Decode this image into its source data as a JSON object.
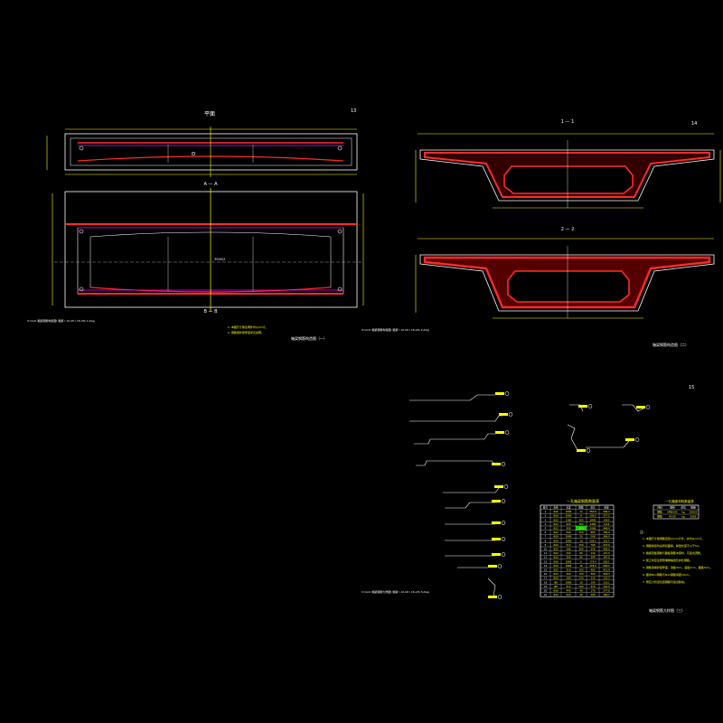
{
  "sheet1": {
    "title": "箱梁钢筋构造图（一）",
    "page_no": "13",
    "plan_label": "平面",
    "section_a_label": "A — A",
    "section_b_label": "B — B",
    "long_dim": "3000/2",
    "note_1": "1. 本图尺寸除注明外均以cm计。",
    "note_2": "2. 钢筋保护层厚度详见说明。",
    "file_ref": "X:\\xxx\\ 箱梁钢筋构造图\\ 箱梁 \\ 12-20 \\ 16-20\\ 1.dwg"
  },
  "sheet2": {
    "title": "箱梁钢筋构造图（二）",
    "page_no": "14",
    "section_1_label": "1 — 1",
    "section_2_label": "2 — 2",
    "file_ref": "X:\\xxx\\ 箱梁钢筋构造图\\ 箱梁 \\ 12-20 \\ 16-20\\ 2.dwg"
  },
  "sheet3": {
    "title": "箱梁钢筋大样图（三）",
    "page_no": "15",
    "file_ref": "X:\\xxx\\ 箱梁钢筋大样图\\ 箱梁 \\ 12-20 \\ 16-20\\ 3.dwg",
    "table_main_title": "一孔箱梁钢筋数量表",
    "table_main_headers": [
      "编号",
      "直径",
      "长度",
      "根数",
      "总长",
      "重量"
    ],
    "table_main_rows": [
      [
        "1",
        "Φ16",
        "2990",
        "12",
        "358.8",
        "566.3"
      ],
      [
        "2",
        "Φ16",
        "2990",
        "8",
        "239.2",
        "377.5"
      ],
      [
        "3",
        "Φ12",
        "1280",
        "300",
        "3840",
        "3410"
      ],
      [
        "4",
        "Φ12",
        "420",
        "300",
        "1260",
        "1119"
      ],
      [
        "5",
        "Φ12",
        "356",
        "300",
        "1068",
        "948.4"
      ],
      [
        "6",
        "Φ12",
        "590",
        "150",
        "885",
        "785.9"
      ],
      [
        "7",
        "Φ10",
        "2990",
        "20",
        "598",
        "369.0"
      ],
      [
        "8",
        "Φ10",
        "2990",
        "18",
        "538.2",
        "332.1"
      ],
      [
        "9",
        "Φ10",
        "512",
        "150",
        "768",
        "473.9"
      ],
      [
        "10",
        "Φ12",
        "186",
        "300",
        "558",
        "495.5"
      ],
      [
        "11",
        "Φ12",
        "240",
        "60",
        "144",
        "127.9"
      ],
      [
        "12",
        "Φ10",
        "380",
        "80",
        "304",
        "187.6"
      ],
      [
        "13",
        "Φ16",
        "2990",
        "6",
        "179.4",
        "283.1"
      ],
      [
        "14",
        "Φ10",
        "2990",
        "16",
        "478.4",
        "295.2"
      ],
      [
        "15",
        "Φ12",
        "310",
        "150",
        "465",
        "412.9"
      ],
      [
        "16",
        "Φ12",
        "260",
        "150",
        "390",
        "346.3"
      ],
      [
        "17",
        "Φ10",
        "180",
        "120",
        "216",
        "133.3"
      ],
      [
        "18",
        "Φ8",
        "2990",
        "10",
        "299",
        "118.1"
      ],
      [
        "19",
        "Φ8",
        "410",
        "100",
        "410",
        "162.0"
      ],
      [
        "20",
        "Φ16",
        "440",
        "40",
        "176",
        "277.8"
      ],
      [
        "21",
        "Φ12",
        "520",
        "40",
        "208",
        "184.7"
      ]
    ],
    "table_small_title": "一孔箱梁材料数量表",
    "table_small_headers": [
      "材料",
      "规格",
      "单位",
      "数量"
    ],
    "table_small_rows": [
      [
        "钢筋",
        "HRB335",
        "kg",
        "10653"
      ],
      [
        "钢筋",
        "R235",
        "kg",
        "2082"
      ]
    ],
    "notes_title": "注：",
    "notes": [
      "1. 本图尺寸除钢筋直径以mm计外，余均以cm计。",
      "2. 钢筋焊接均采用双面焊，焊缝长度不小于5d。",
      "3. 箱梁顶板钢筋与腹板钢筋冲突时，可适当调整。",
      "4. 施工时应注意预埋伸缩缝及护栏钢筋。",
      "5. 钢筋净保护层厚度：顶板3cm，底板3cm，腹板3cm。",
      "6. 图中N11钢筋与N12钢筋间距10cm。",
      "7. 预应力管道位置钢筋可适当移动。"
    ]
  },
  "colors": {
    "background": "#000000",
    "outline": "#ffffff",
    "rebar": "#ff2a2a",
    "stirrup_fill": "#cc0000",
    "dimension": "#ffff00",
    "centerline": "#ff00ff",
    "label_text": "#ffffff",
    "table_border": "#ffffff",
    "highlight": "#00ff00"
  }
}
